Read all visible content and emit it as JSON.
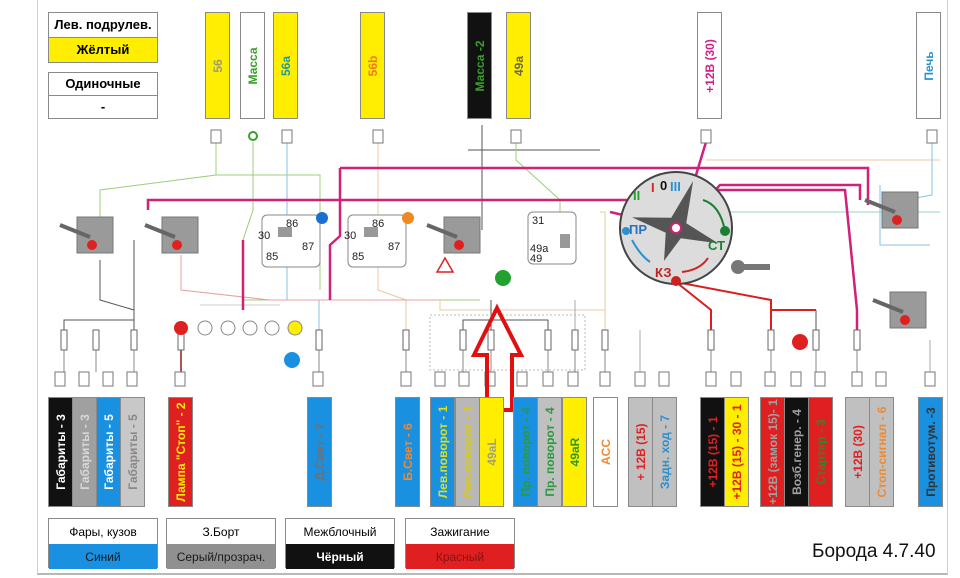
{
  "header_boxes": [
    {
      "top": "Лев. подрулев.",
      "bottom": "Жёлтый",
      "bottom_color": "#ffee00"
    },
    {
      "top": "Одиночные",
      "bottom": "-",
      "bottom_color": "#ffffff"
    }
  ],
  "top_connectors": [
    {
      "label": "56",
      "bg": "#ffee00",
      "fg": "#9a9a7a"
    },
    {
      "label": "Масса",
      "bg": "#ffffff",
      "fg": "#3aa02a"
    },
    {
      "label": "56а",
      "bg": "#ffee00",
      "fg": "#1a9aa0"
    },
    {
      "label": "56b",
      "bg": "#ffee00",
      "fg": "#f07a1a"
    },
    {
      "label": "Масса -2",
      "bg": "#111111",
      "fg": "#3aa02a"
    },
    {
      "label": "49а",
      "bg": "#ffee00",
      "fg": "#6a6a40"
    },
    {
      "label": "+12В (30)",
      "bg": "#ffffff",
      "fg": "#d0208a"
    },
    {
      "label": "Печь",
      "bg": "#ffffff",
      "fg": "#2a90d0"
    }
  ],
  "bottom_connectors": [
    {
      "label": "Габариты - 3",
      "bg": "#111111",
      "fg": "#ffffff"
    },
    {
      "label": "Габариты - 3",
      "bg": "#a0a0a0",
      "fg": "#d8d8d8"
    },
    {
      "label": "Габариты - 5",
      "bg": "#1a90e0",
      "fg": "#ffffff"
    },
    {
      "label": "Габариты - 5",
      "bg": "#c8c8c8",
      "fg": "#888888"
    },
    {
      "label": "Лампа \"Стоп\" - 2",
      "bg": "#e02020",
      "fg": "#ffee00"
    },
    {
      "label": "Д.Свет - 7",
      "bg": "#1a90e0",
      "fg": "#707070"
    },
    {
      "label": "Б.Свет - 6",
      "bg": "#1a90e0",
      "fg": "#f08a30"
    },
    {
      "label": "Лев.поворот - 1",
      "bg": "#1a90e0",
      "fg": "#d8e020"
    },
    {
      "label": "Лев.поворот - 1",
      "bg": "#b8b8b8",
      "fg": "#d8c820"
    },
    {
      "label": "49aL",
      "bg": "#ffee00",
      "fg": "#a0a080"
    },
    {
      "label": "Пр. поворот - 4",
      "bg": "#1a90e0",
      "fg": "#2a9a40"
    },
    {
      "label": "Пр. поворот - 4",
      "bg": "#c0c0c0",
      "fg": "#2a9a40"
    },
    {
      "label": "49aR",
      "bg": "#ffee00",
      "fg": "#2a9a20"
    },
    {
      "label": "ACC",
      "bg": "#ffffff",
      "fg": "#f08a30"
    },
    {
      "label": "+ 12В (15)",
      "bg": "#c0c0c0",
      "fg": "#e02020"
    },
    {
      "label": "Задн. ход - 7",
      "bg": "#c0c0c0",
      "fg": "#2a90d0"
    },
    {
      "label": "+12В (15) - 1",
      "bg": "#111111",
      "fg": "#e02020"
    },
    {
      "label": "+12В (15) - 30 - 1",
      "bg": "#ffee00",
      "fg": "#e02020"
    },
    {
      "label": "+12В (замок 15)- 1",
      "bg": "#e02020",
      "fg": "#a0a0a0"
    },
    {
      "label": "Возб.генер. - 4",
      "bg": "#111111",
      "fg": "#a0a0a0"
    },
    {
      "label": "Стартер - 3",
      "bg": "#e02020",
      "fg": "#2a8a30"
    },
    {
      "label": "+12В (30)",
      "bg": "#c0c0c0",
      "fg": "#e02020"
    },
    {
      "label": "Стоп-сигнал - 6",
      "bg": "#c0c0c0",
      "fg": "#f08a30"
    },
    {
      "label": "Противотум. -3",
      "bg": "#1a90e0",
      "fg": "#333333"
    }
  ],
  "relays": [
    {
      "pins": [
        "86",
        "30",
        "85",
        "87"
      ]
    },
    {
      "pins": [
        "86",
        "30",
        "85",
        "87"
      ]
    },
    {
      "pins": [
        "31",
        "49a",
        "49"
      ]
    }
  ],
  "ignition": {
    "positions": [
      "II",
      "I",
      "0",
      "III"
    ],
    "pr": "ПР",
    "st": "СТ",
    "kz": "КЗ"
  },
  "legend": [
    {
      "name": "Фары, кузов",
      "color_name": "Синий",
      "bg": "#1a90e0",
      "fg": "#1a1a1a"
    },
    {
      "name": "З.Борт",
      "color_name": "Серый/прозрач.",
      "bg": "#909090",
      "fg": "#1a1a1a"
    },
    {
      "name": "Межблочный",
      "color_name": "Чёрный",
      "bg": "#111111",
      "fg": "#ffffff"
    },
    {
      "name": "Зажигание",
      "color_name": "Красный",
      "bg": "#e02020",
      "fg": "#8a1010"
    }
  ],
  "title": "Борода 4.7.40",
  "colors": {
    "magenta": "#d0207a",
    "red": "#d82020",
    "arrow": "#e01010"
  }
}
